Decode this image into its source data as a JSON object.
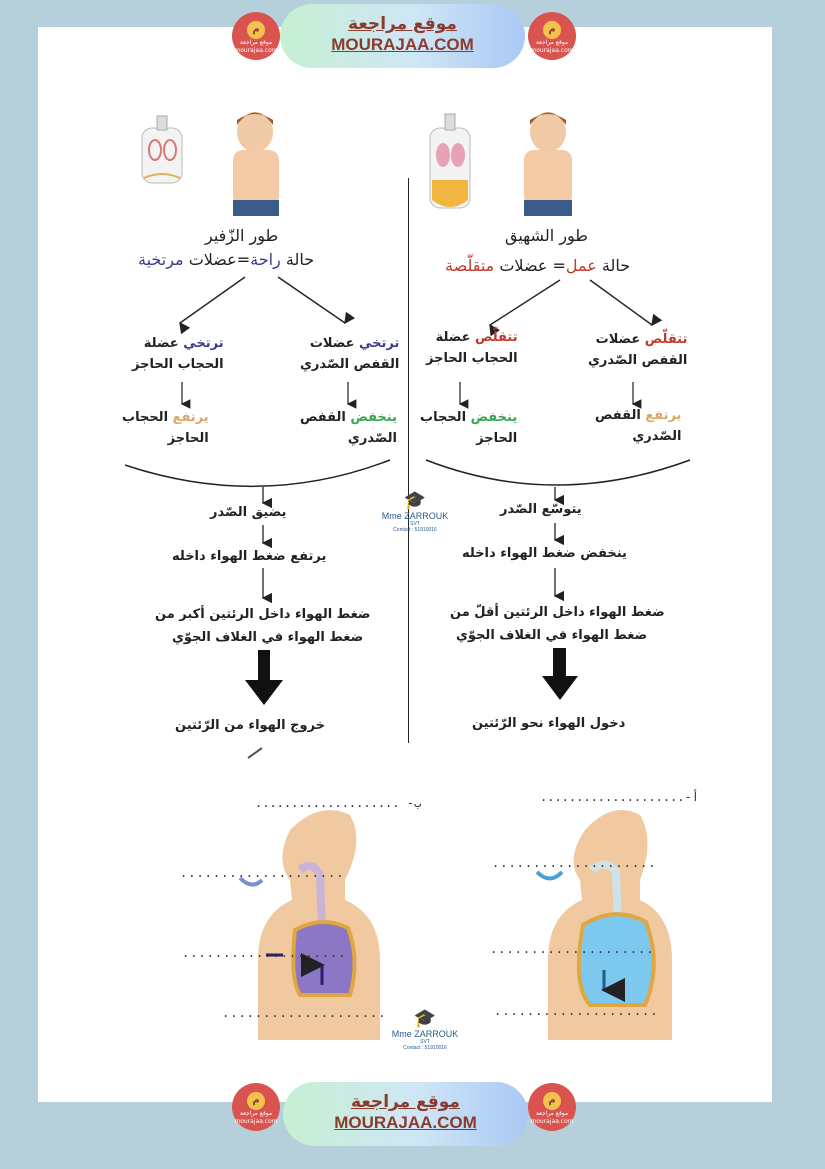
{
  "site": {
    "name_ar": "موقع مراجعة",
    "name_en": "MOURAJAA.COM",
    "logo_text": "موقع مراجعة mourajaa.com"
  },
  "watermark": {
    "name": "Mme ZARROUK",
    "subject": "SVT",
    "contact": "Contact : 51910016"
  },
  "inhale": {
    "title": "طور الشهيق",
    "state_prefix": "حالة",
    "state_word": "عمل",
    "state_eq": "= عضلات",
    "state_muscles": "متقلّصة",
    "left_col": {
      "verb": "تتقلّص",
      "l1": "عضلة",
      "l2": "الحجاب الحاجز",
      "res_verb": "ينخفض",
      "res1": "الحجاب",
      "res2": "الحاجز"
    },
    "right_col": {
      "verb": "تتقلّص",
      "l1": "عضلات",
      "l2": "القفص الصّدري",
      "res_verb": "يرتفع",
      "res1": "القفص",
      "res2": "الصّدري"
    },
    "step1": "يتوسّع الصّدر",
    "step2": "ينخفض ضغط الهواء داخله",
    "step3a": "ضغط الهواء داخل الرئتين أقلّ من",
    "step3b": "ضغط الهواء في الغلاف الجوّي",
    "result": "دخول الهواء نحو الرّئتين"
  },
  "exhale": {
    "title": "طور الزّفير",
    "state_prefix": "حالة",
    "state_word": "راحة",
    "state_eq": "=عضلات",
    "state_muscles": "مرتخية",
    "left_col": {
      "verb": "ترتخي",
      "l1": "عضلة",
      "l2": "الحجاب الحاجز",
      "res_verb": "يرتفع",
      "res1": "الحجاب",
      "res2": "الحاجز"
    },
    "right_col": {
      "verb": "ترتخي",
      "l1": "عضلات",
      "l2": "القفص الصّدري",
      "res_verb": "ينخفض",
      "res1": "القفص",
      "res2": "الصّدري"
    },
    "step1": "يضيق الصّدر",
    "step2": "يرتفع ضغط الهواء داخله",
    "step3a": "ضغط الهواء داخل الرئتين أكبر من",
    "step3b": "ضغط الهواء في الغلاف الجوّي",
    "result": "خروج الهواء من الرّئتين"
  },
  "figures": {
    "label_a": "أ-....................",
    "label_b": "ب- ....................",
    "blank": "...................."
  },
  "colors": {
    "bg": "#b5d0db",
    "accent_red": "#c0392b",
    "navy": "#3b3b8f",
    "green": "#3aa655",
    "tan": "#d8a86a"
  }
}
